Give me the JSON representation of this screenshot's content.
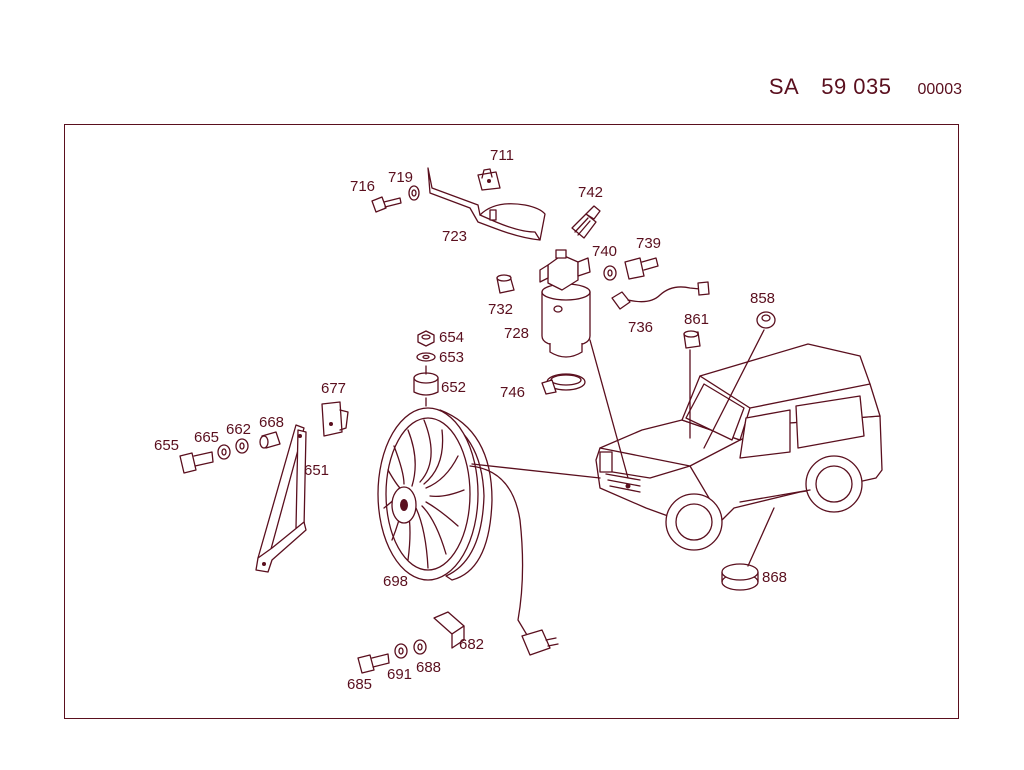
{
  "header": {
    "prefix": "SA",
    "number": "59 035",
    "sheet": "00003"
  },
  "colors": {
    "line": "#5a0f1e",
    "background": "#ffffff"
  },
  "part_labels": {
    "p711": "711",
    "p716": "716",
    "p719": "719",
    "p723": "723",
    "p742": "742",
    "p740": "740",
    "p739": "739",
    "p732": "732",
    "p728": "728",
    "p736": "736",
    "p858": "858",
    "p861": "861",
    "p654": "654",
    "p653": "653",
    "p652": "652",
    "p746": "746",
    "p677": "677",
    "p665": "665",
    "p662": "662",
    "p668": "668",
    "p655": "655",
    "p651": "651",
    "p698": "698",
    "p868": "868",
    "p682": "682",
    "p685": "685",
    "p691": "691",
    "p688": "688"
  }
}
